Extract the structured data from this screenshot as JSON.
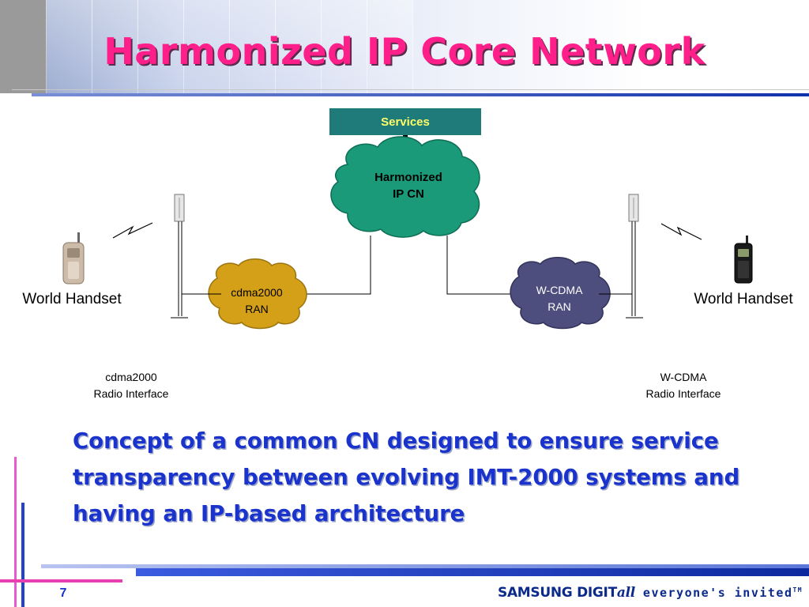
{
  "slide": {
    "title": "Harmonized IP Core Network",
    "page_number": "7"
  },
  "diagram": {
    "services_label": "Services",
    "core_network": "Harmonized\nIP CN",
    "cdma_ran": "cdma2000\nRAN",
    "wcdma_ran": "W-CDMA\nRAN",
    "left_handset_label": "World Handset",
    "right_handset_label": "World Handset",
    "left_radio_interface": "cdma2000\nRadio Interface",
    "right_radio_interface": "W-CDMA\nRadio Interface",
    "colors": {
      "services_bg": "#1f7a7a",
      "services_text": "#ffff66",
      "core_cloud": "#1a9a78",
      "cdma_cloud": "#d4a017",
      "wcdma_cloud": "#4e4e7e"
    }
  },
  "concept_text": "Concept of a common CN designed to ensure service transparency between evolving IMT-2000 systems and having an IP-based architecture",
  "footer": {
    "brand": "SAMSUNG DIGIT",
    "brand_suffix": "all",
    "tagline": "everyone's invited",
    "tm": "TM"
  }
}
